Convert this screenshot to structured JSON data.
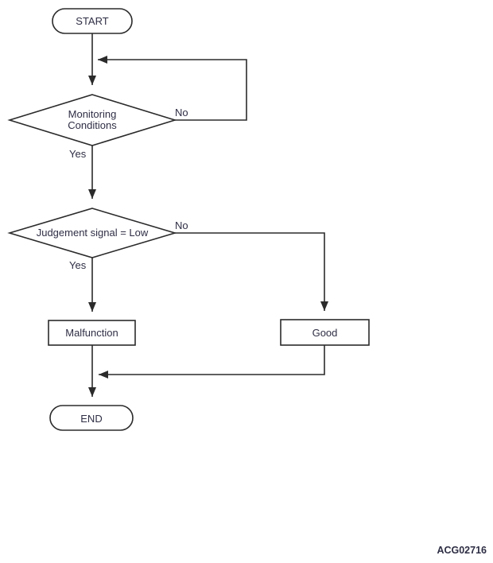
{
  "figure": {
    "code": "ACG02716"
  },
  "nodes": {
    "start": {
      "label": "START",
      "type": "terminator"
    },
    "monitoring": {
      "line1": "Monitoring",
      "line2": "Conditions",
      "type": "decision"
    },
    "judgement": {
      "label": "Judgement signal = Low",
      "type": "decision"
    },
    "malfunction": {
      "label": "Malfunction",
      "type": "process"
    },
    "good": {
      "label": "Good",
      "type": "process"
    },
    "end": {
      "label": "END",
      "type": "terminator"
    }
  },
  "edges": {
    "monitoring_no_label": "No",
    "monitoring_yes_label": "Yes",
    "judgement_no_label": "No",
    "judgement_yes_label": "Yes"
  },
  "colors": {
    "line": "#2b2b2b",
    "text": "#2e2e45",
    "background": "#ffffff"
  }
}
